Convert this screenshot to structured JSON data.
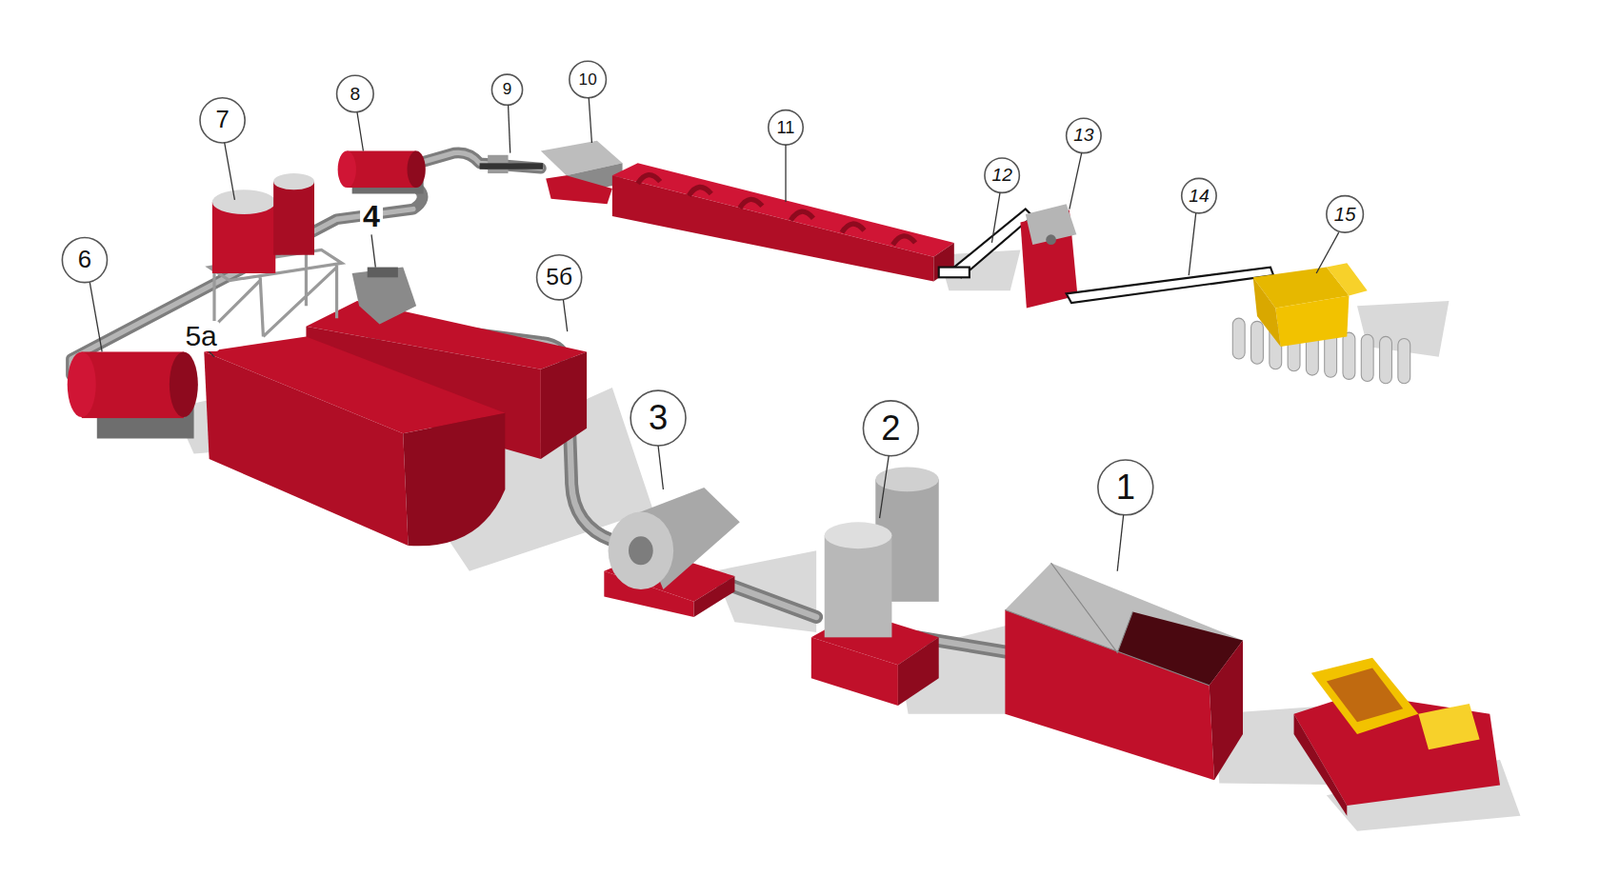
{
  "diagram": {
    "labels": [
      "1",
      "2",
      "3",
      "4",
      "5а",
      "5б",
      "6",
      "7",
      "8",
      "9",
      "10",
      "11",
      "12",
      "13",
      "14",
      "15"
    ]
  }
}
